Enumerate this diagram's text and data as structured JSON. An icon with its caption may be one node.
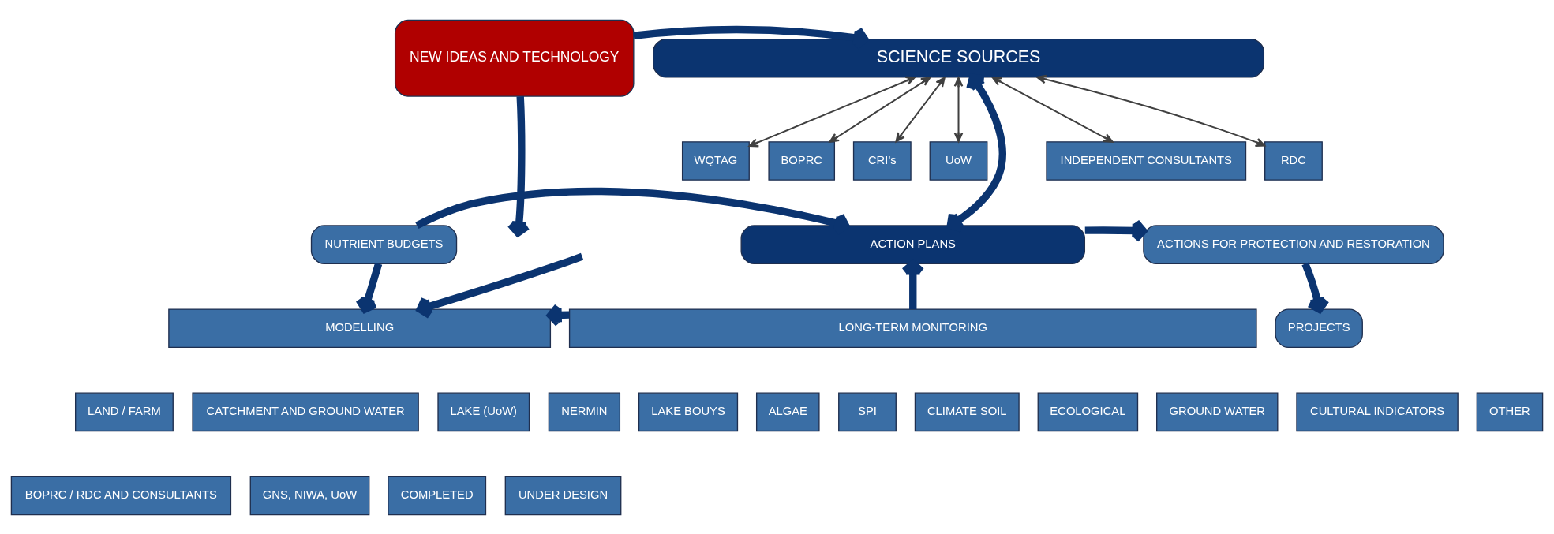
{
  "diagram": {
    "nodes": [
      {
        "text": [
          "NEW IDEAS AND TECHNOLOGY"
        ]
      },
      {
        "text": [
          "SCIENCE SOURCES"
        ]
      },
      {
        "text": [
          "WQTAG"
        ]
      },
      {
        "text": [
          "BOPRC"
        ]
      },
      {
        "text": [
          "CRI’s"
        ]
      },
      {
        "text": [
          "UoW"
        ]
      },
      {
        "text": [
          "INDEPENDENT CONSULTANTS"
        ]
      },
      {
        "text": [
          "RDC"
        ]
      },
      {
        "text": [
          "NUTRIENT BUDGETS"
        ]
      },
      {
        "text": [
          "ACTION PLANS"
        ]
      },
      {
        "text": [
          "ACTIONS FOR PROTECTION AND RESTORATION"
        ]
      },
      {
        "text": [
          "MODELLING"
        ]
      },
      {
        "text": [
          "LONG-TERM MONITORING"
        ]
      },
      {
        "text": [
          "LAND / FARM"
        ]
      },
      {
        "text": [
          "CATCHMENT AND GROUND WATER"
        ]
      },
      {
        "text": [
          "LAKE (UoW)"
        ]
      },
      {
        "text": [
          "BOPRC / RDC AND CONSULTANTS"
        ]
      },
      {
        "text": [
          "GNS, NIWA, UoW"
        ]
      },
      {
        "text": [
          "COMPLETED"
        ]
      },
      {
        "text": [
          "UNDER DESIGN"
        ]
      },
      {
        "text": [
          "NERMIN"
        ]
      },
      {
        "text": [
          "LAKE BOUYS"
        ]
      },
      {
        "text": [
          "ALGAE"
        ]
      },
      {
        "text": [
          "SPI"
        ]
      },
      {
        "text": [
          "CLIMATE SOIL"
        ]
      },
      {
        "text": [
          "ECOLOGICAL"
        ]
      },
      {
        "text": [
          "GROUND WATER"
        ]
      },
      {
        "text": [
          "CULTURAL INDICATORS"
        ]
      },
      {
        "text": [
          "OTHER"
        ]
      },
      {
        "text": [
          "PROJECTS"
        ]
      }
    ],
    "edges": [
      {
        "from": 0,
        "to": 1,
        "arrow": "to"
      },
      {
        "from": 0,
        "to": null,
        "arrow": "to"
      },
      {
        "from": 1,
        "to": 2,
        "arrow": "both",
        "color": "#404040"
      },
      {
        "from": 1,
        "to": 3,
        "arrow": "both",
        "color": "#404040"
      },
      {
        "from": 1,
        "to": 4,
        "arrow": "both",
        "color": "#404040"
      },
      {
        "from": 1,
        "to": 5,
        "arrow": "both",
        "color": "#404040"
      },
      {
        "from": 1,
        "to": 6,
        "arrow": "both",
        "color": "#404040"
      },
      {
        "from": 1,
        "to": 7,
        "arrow": "both",
        "color": "#404040"
      },
      {
        "from": 1,
        "to": 9,
        "arrow": "both"
      },
      {
        "from": 8,
        "to": 9,
        "arrow": "to"
      },
      {
        "from": 9,
        "to": 10,
        "arrow": "to"
      },
      {
        "from": 8,
        "to": 11,
        "arrow": "to"
      },
      {
        "from": null,
        "to": 11,
        "arrow": "to"
      },
      {
        "from": 12,
        "to": 9,
        "arrow": "to"
      },
      {
        "from": 12,
        "to": 11,
        "arrow": "to"
      },
      {
        "from": 10,
        "to": 29,
        "arrow": "to"
      }
    ]
  }
}
